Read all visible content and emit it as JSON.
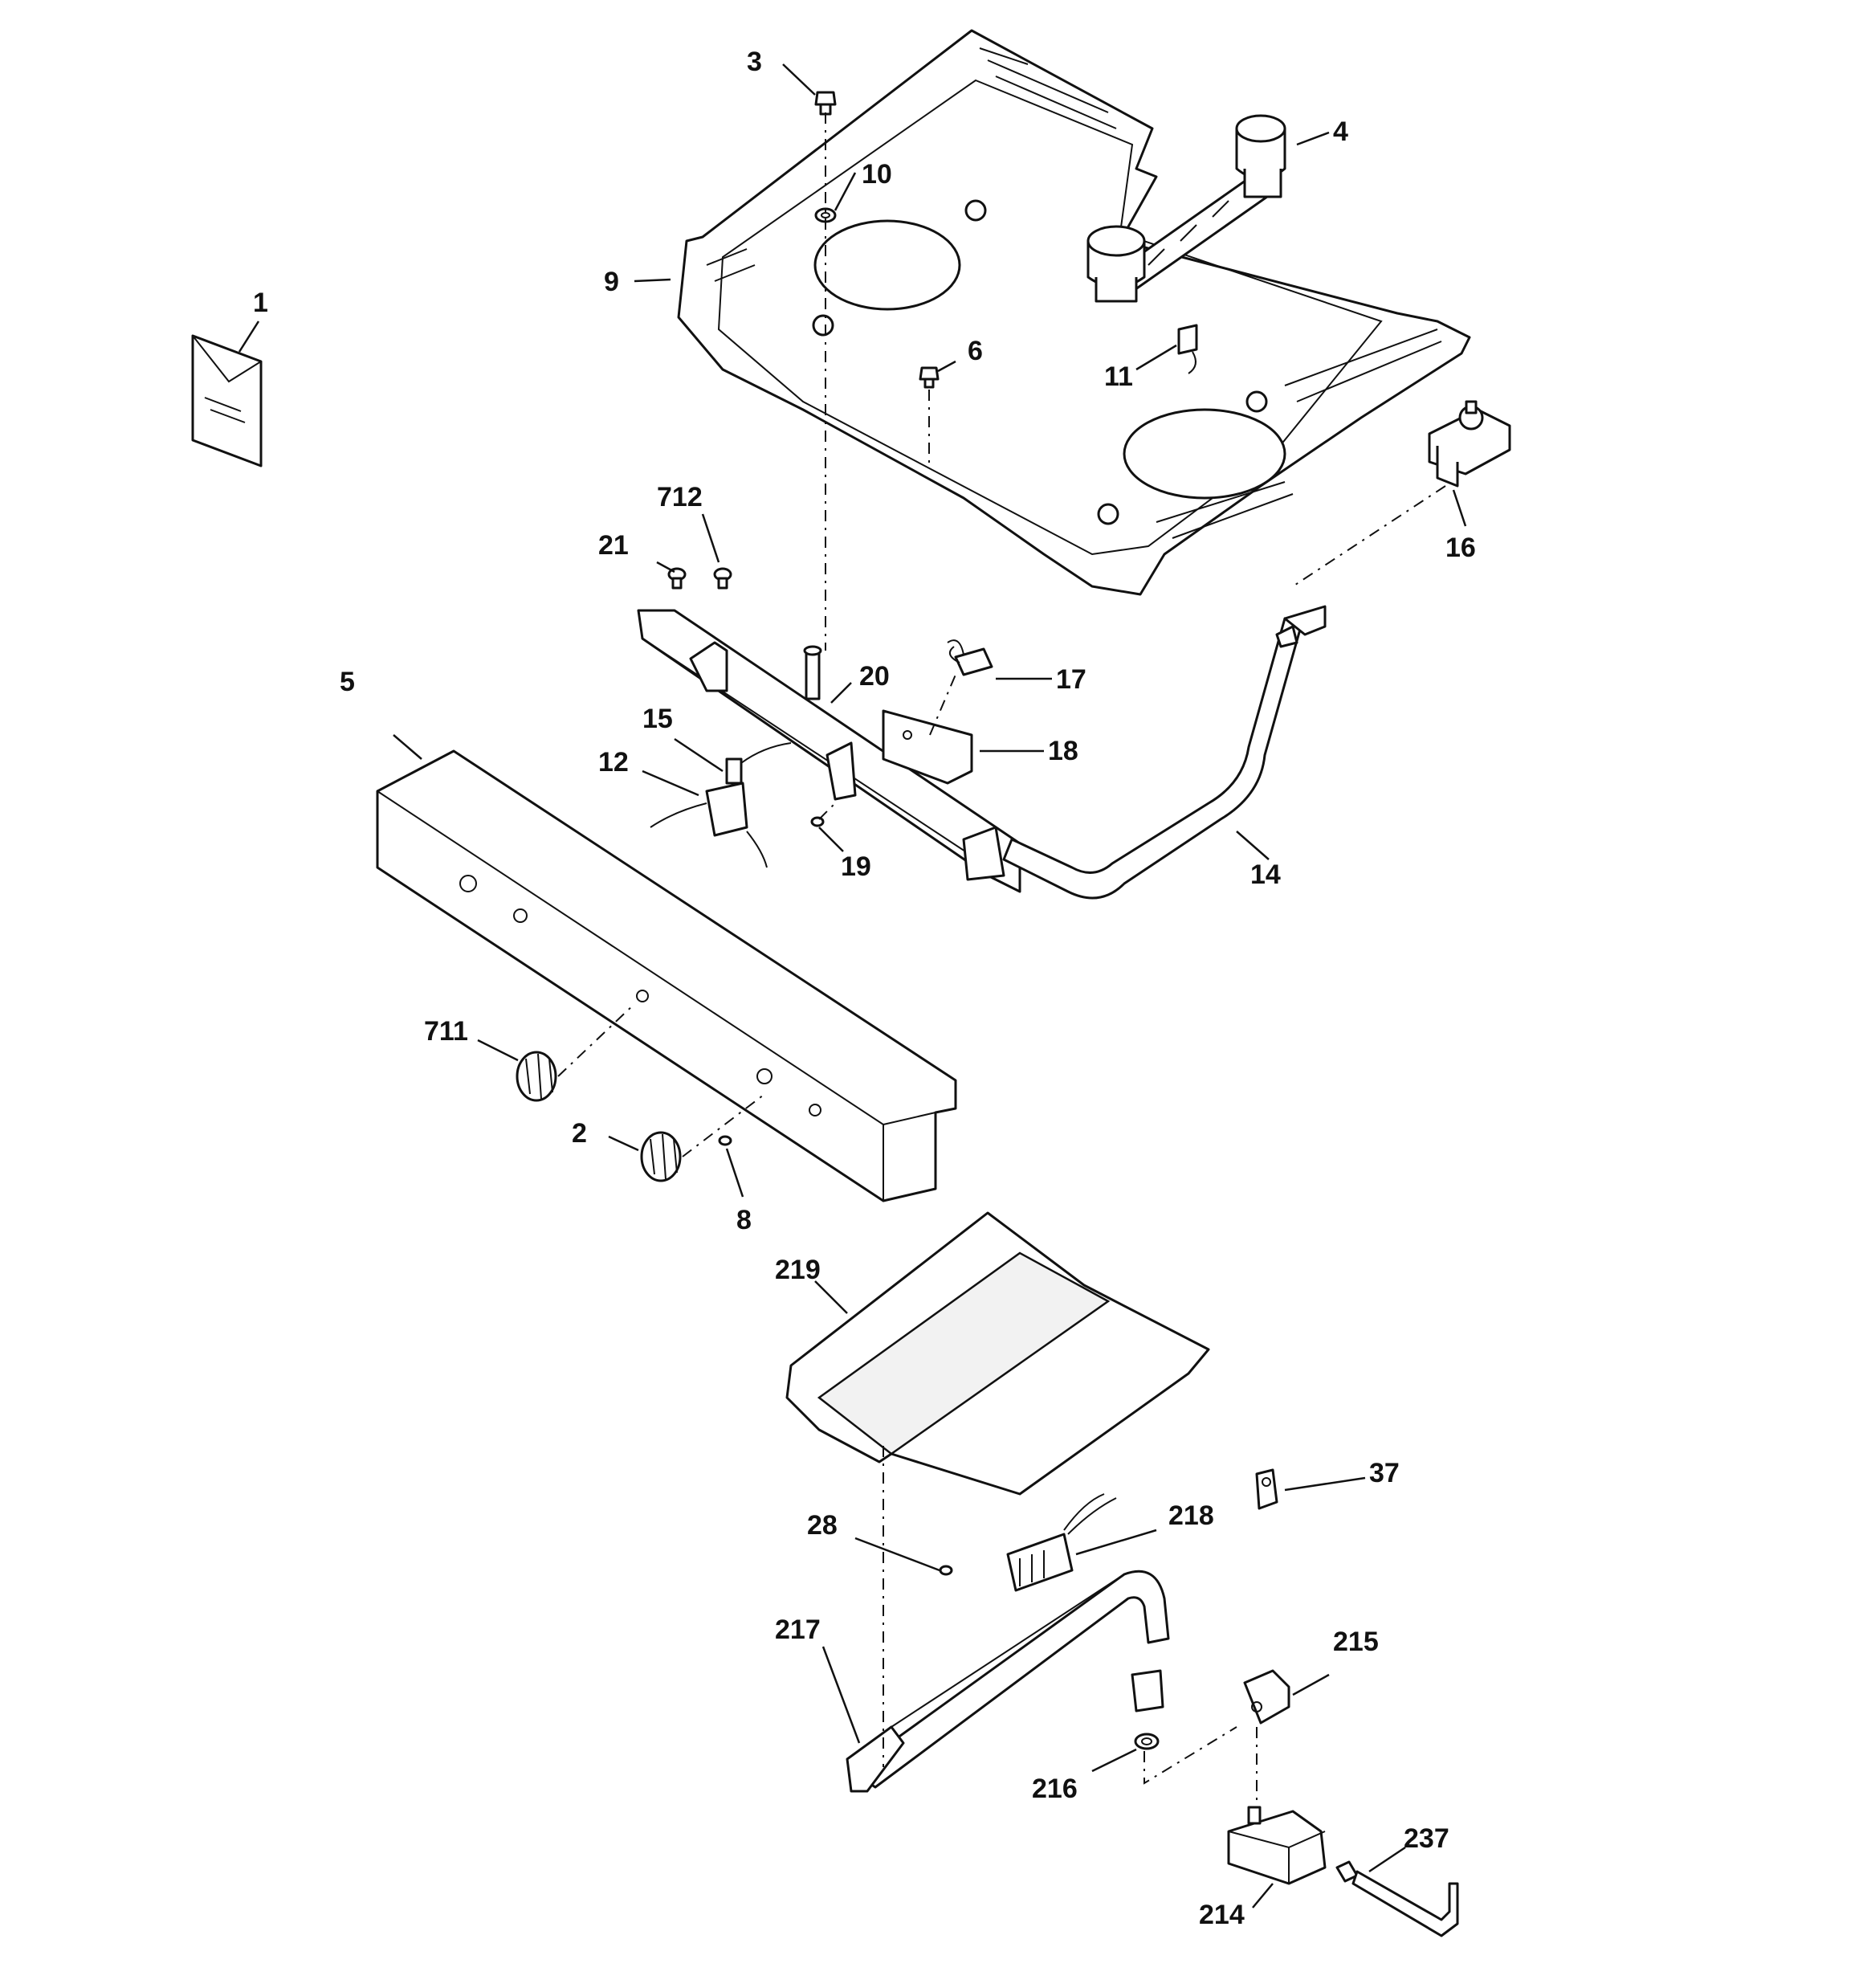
{
  "callouts": {
    "c1": "1",
    "c2": "2",
    "c3": "3",
    "c4": "4",
    "c5": "5",
    "c6": "6",
    "c8": "8",
    "c9": "9",
    "c10": "10",
    "c11": "11",
    "c12": "12",
    "c14": "14",
    "c15": "15",
    "c16": "16",
    "c17": "17",
    "c18": "18",
    "c19": "19",
    "c20": "20",
    "c21": "21",
    "c28": "28",
    "c37": "37",
    "c214": "214",
    "c215": "215",
    "c216": "216",
    "c217": "217",
    "c218": "218",
    "c219": "219",
    "c237": "237",
    "c711": "711",
    "c712": "712"
  },
  "colors": {
    "line": "#111111",
    "background": "#ffffff"
  }
}
